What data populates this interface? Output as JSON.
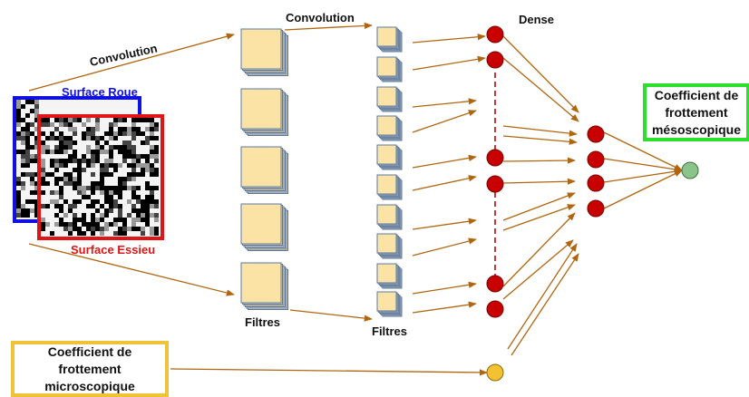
{
  "labels": {
    "convolution_1": "Convolution",
    "convolution_2": "Convolution",
    "dense": "Dense",
    "filters_1": "Filtres",
    "filters_2": "Filtres",
    "surface_wheel": "Surface Roue",
    "surface_axle": "Surface Essieu",
    "input_coefficient": "Coefficient de\nfrottement\nmicroscopique",
    "output_coefficient": "Coefficient de\nfrottement\nmésoscopique"
  },
  "colors": {
    "arrow": "#b0650f",
    "filter_fill": "#fbe3a6",
    "filter_edge": "#5a78a6",
    "dense_node": "#c80000",
    "input_node": "#f3c232",
    "output_node": "#8bc48a",
    "wheel_frame": "#1010e0",
    "axle_frame": "#e01515",
    "micro_frame": "#f0c23a",
    "meso_frame": "#2de02d"
  }
}
